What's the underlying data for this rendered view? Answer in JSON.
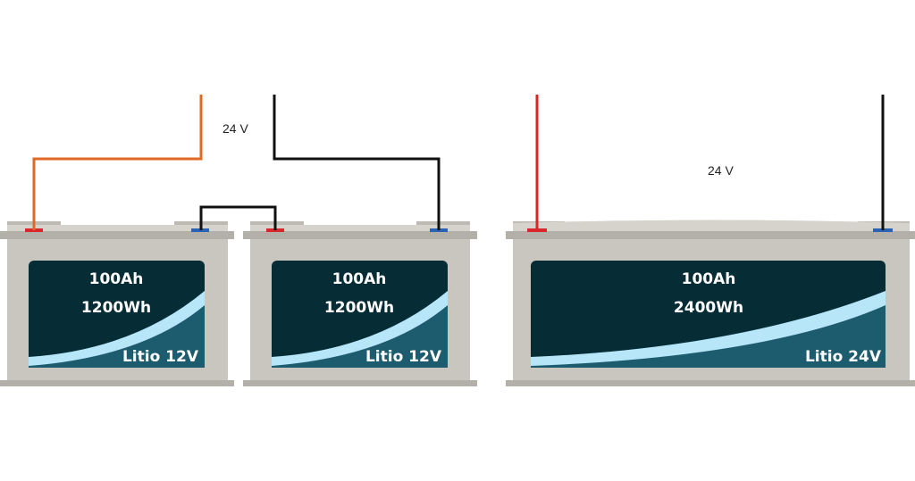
{
  "colors": {
    "background": "#ffffff",
    "casing": "#c9c5bf",
    "casing_dark": "#b3afa9",
    "lid": "#d6d2cc",
    "terminal_area": "#bdb9b3",
    "panel": "#062c36",
    "panel_lower": "#1d5c6e",
    "stripe": "#b7e6f9",
    "wire_orange": "#e06a24",
    "wire_black": "#111111",
    "wire_red": "#d9262b",
    "terminal_red": "#d9262b",
    "terminal_blue": "#2a62b5"
  },
  "series_setup": {
    "voltage_label": "24 V",
    "batteries": [
      {
        "capacity": "100Ah",
        "energy": "1200Wh",
        "model": "Litio 12V"
      },
      {
        "capacity": "100Ah",
        "energy": "1200Wh",
        "model": "Litio 12V"
      }
    ]
  },
  "single_setup": {
    "voltage_label": "24 V",
    "battery": {
      "capacity": "100Ah",
      "energy": "2400Wh",
      "model": "Litio 24V"
    }
  }
}
